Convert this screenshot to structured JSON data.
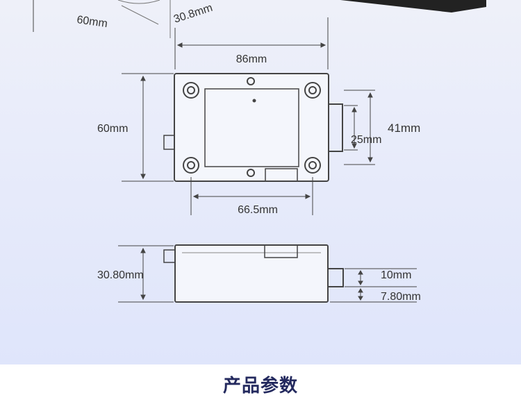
{
  "top_partial": {
    "left_label": "60mm",
    "depth_label": "30.8mm"
  },
  "top_view": {
    "width": "86mm",
    "height": "60mm",
    "right_height": "41mm",
    "connector": "25mm",
    "hole_spacing": "66.5mm"
  },
  "side_view": {
    "height": "30.80mm",
    "connector_height": "10mm",
    "connector_offset": "7.80mm"
  },
  "section_heading": "产品参数",
  "colors": {
    "background": "#e3e8fa",
    "heading": "#23295e",
    "line": "#444444"
  }
}
